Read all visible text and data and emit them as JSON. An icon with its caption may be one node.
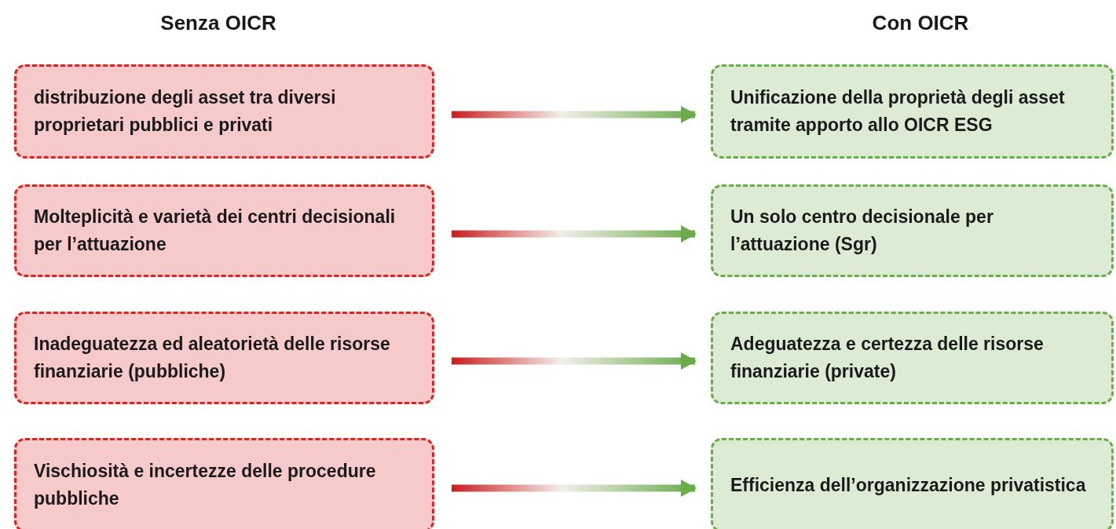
{
  "diagram": {
    "nodes": [
      {
        "text": [
          "distribuzione degli asset tra diversi proprietari pubblici e privati"
        ]
      },
      {
        "text": [
          "Molteplicità e varietà dei centri decisionali per l’attuazione"
        ]
      },
      {
        "text": [
          "Inadeguatezza ed aleatorietà delle risorse finanziarie (pubbliche)"
        ]
      },
      {
        "text": [
          "Vischiosità e incertezze delle procedure pubbliche"
        ]
      },
      {
        "text": [
          "Unificazione della proprietà degli asset tramite apporto allo OICR ESG"
        ]
      },
      {
        "text": [
          "Un solo centro decisionale per l’attuazione (Sgr)"
        ]
      },
      {
        "text": [
          "Adeguatezza e certezza delle risorse finanziarie (private)"
        ]
      },
      {
        "text": [
          "Efficienza dell’organizzazione privatistica"
        ]
      }
    ],
    "edges": [
      {
        "from": 0,
        "to": 4,
        "arrow": "to",
        "style": "thick"
      },
      {
        "from": 1,
        "to": 5,
        "arrow": "to",
        "style": "thick"
      },
      {
        "from": 2,
        "to": 6,
        "arrow": "to",
        "style": "thick"
      },
      {
        "from": 3,
        "to": 7,
        "arrow": "to",
        "style": "thick"
      }
    ],
    "labels": [
      "Senza OICR",
      "Con OICR"
    ]
  }
}
